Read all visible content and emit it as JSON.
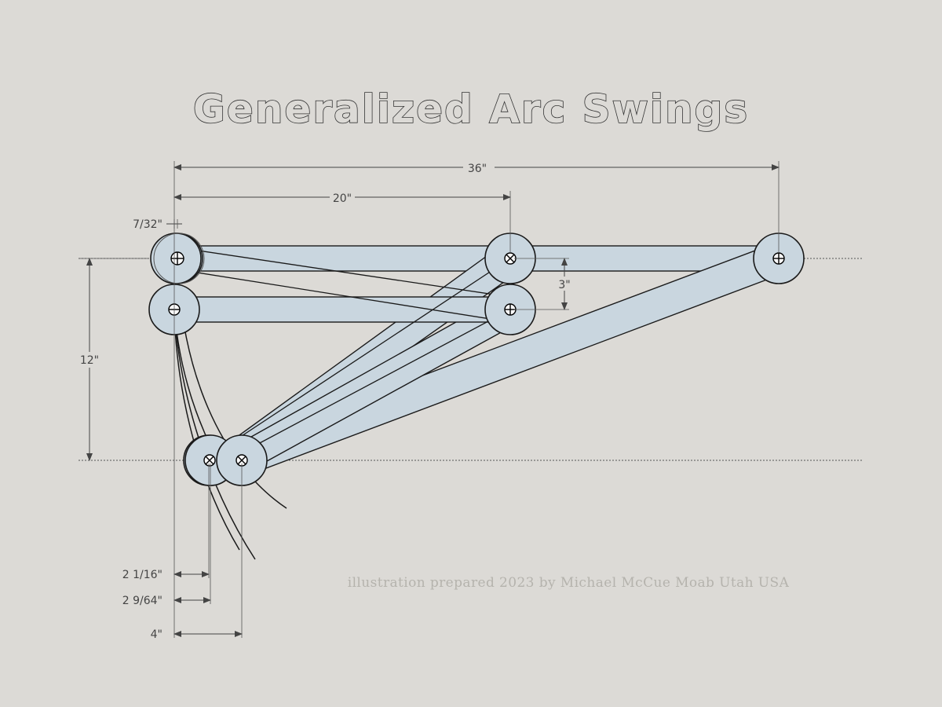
{
  "diagram": {
    "title": "Generalized Arc Swings",
    "credit": "illustration prepared 2023 by Michael McCue Moab Utah USA",
    "dimensions": {
      "overall_length": "36\"",
      "mid_length": "20\"",
      "pin_offset": "7/32\"",
      "vertical_offset": "3\"",
      "drop": "12\"",
      "swing_a": "2 1/16\"",
      "swing_b": "2 9/64\"",
      "swing_c": "4\""
    },
    "colors": {
      "background": "#dcdad6",
      "arm_fill": "#c9d6df",
      "outline": "#1a1a1a"
    }
  }
}
